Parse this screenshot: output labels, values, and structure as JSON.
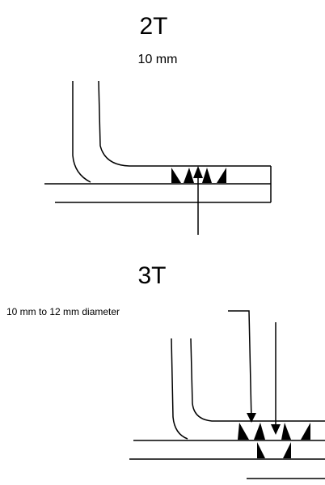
{
  "top_diagram": {
    "title": "2T",
    "subtitle": "10 mm"
  },
  "bottom_diagram": {
    "title": "3T",
    "annotation": "10 mm to 12 mm diameter"
  },
  "colors": {
    "line": "#000000",
    "background": "#ffffff"
  }
}
